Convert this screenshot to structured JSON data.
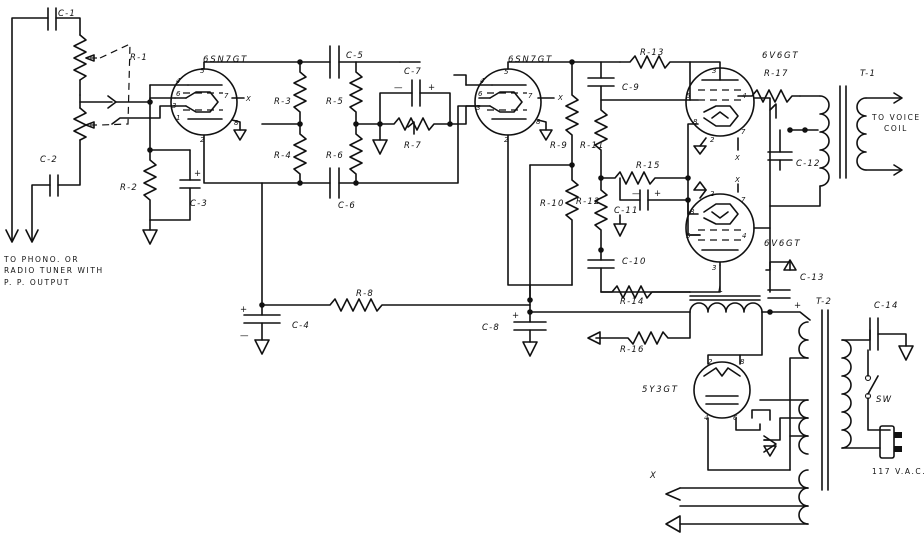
{
  "components": {
    "capacitors": [
      "C-1",
      "C-2",
      "C-3",
      "C-4",
      "C-5",
      "C-6",
      "C-7",
      "C-8",
      "C-9",
      "C-10",
      "C-11",
      "C-12",
      "C-13",
      "C-14"
    ],
    "resistors": [
      "R-1",
      "R-2",
      "R-3",
      "R-4",
      "R-5",
      "R-6",
      "R-7",
      "R-8",
      "R-9",
      "R-10",
      "R-11",
      "R-12",
      "R-13",
      "R-14",
      "R-15",
      "R-16",
      "R-17"
    ],
    "transformers": [
      "T-1",
      "T-2"
    ],
    "choke": "L",
    "switch": "SW"
  },
  "tubes": {
    "v1": "6SN7GT",
    "v2": "6SN7GT",
    "v3": "6V6GT",
    "v4": "6V6GT",
    "rect": "5Y3GT"
  },
  "annotations": {
    "input_line1": "TO PHONO. OR",
    "input_line2": "RADIO TUNER WITH",
    "input_line3": "P. P. OUTPUT",
    "voice1": "TO VOICE",
    "voice2": "COIL",
    "mains": "117 V.A.C.",
    "heater_x": "X",
    "plus": "+",
    "minus": "—"
  },
  "pins": [
    "1",
    "2",
    "3",
    "4",
    "5",
    "6",
    "7",
    "8"
  ]
}
